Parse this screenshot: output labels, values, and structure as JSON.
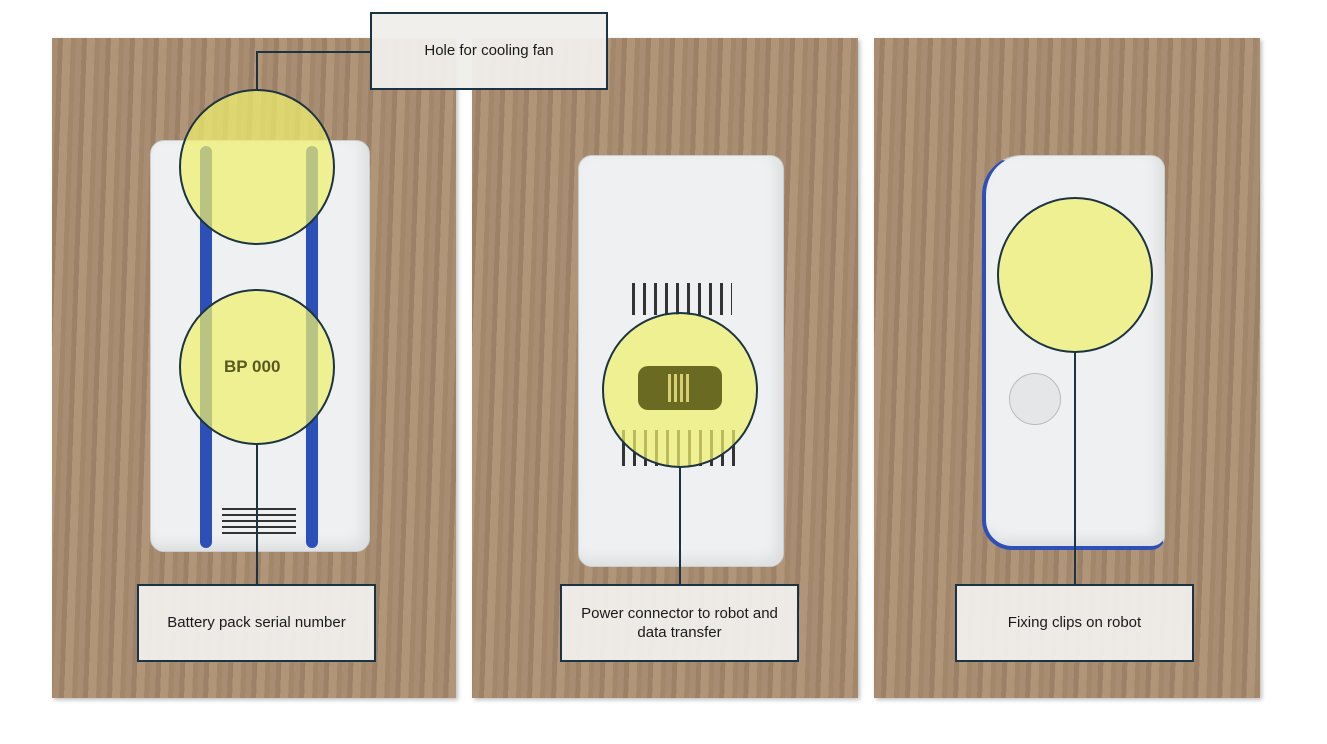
{
  "labels": {
    "cooling_fan": "Hole for cooling fan",
    "serial_number": "Battery pack serial number",
    "power_connector": "Power connector to robot and data transfer",
    "fixing_clips": "Fixing clips on robot"
  },
  "serial_text": "BP 000",
  "colors": {
    "highlight": "#f0f06e",
    "outline": "#1b3342",
    "strap": "#2d4fb8"
  }
}
